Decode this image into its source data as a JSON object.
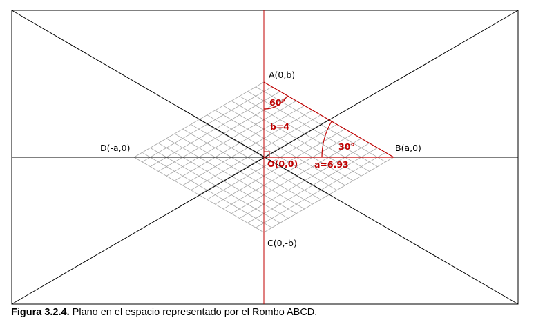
{
  "diagram": {
    "points": {
      "A": "A(0,b)",
      "B": "B(a,0)",
      "C": "C(0,-b)",
      "D": "D(-a,0)",
      "O": "O(0,0)"
    },
    "annotations": {
      "angle_top": "60°",
      "angle_right": "30°",
      "b_value": "b=4",
      "a_value": "a=6.93"
    },
    "colors": {
      "accent": "#c00000",
      "grid": "#a6a6a6",
      "frame": "#000000"
    }
  },
  "caption": {
    "label": "Figura 3.2.4.",
    "text": " Plano en el espacio representado por el Rombo ABCD."
  }
}
